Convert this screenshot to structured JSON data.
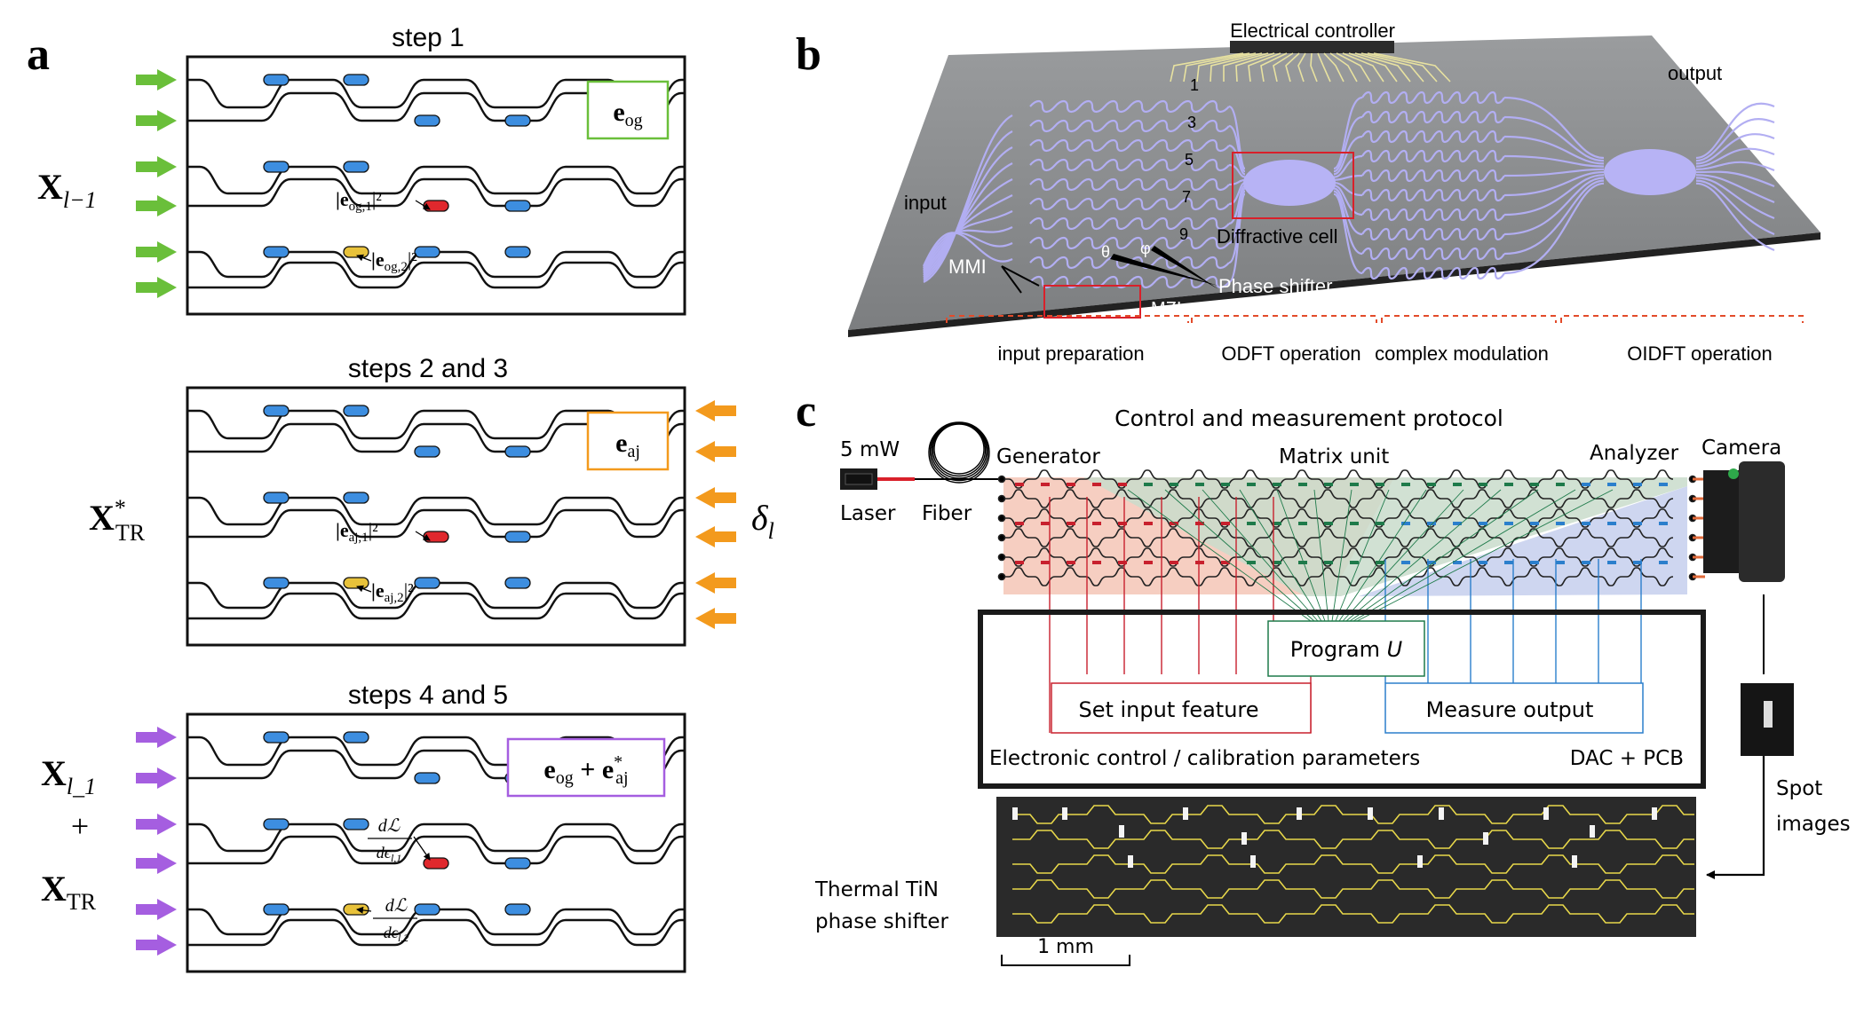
{
  "panel_a": {
    "letter": "a",
    "steps": [
      {
        "title": "step 1",
        "arrow_color": "#6abf3a",
        "arrow_side": "left",
        "box": {
          "label": "e",
          "sub": "og",
          "sup": "",
          "extra": "",
          "border": "#6abf3a"
        },
        "left_label": {
          "main": "X",
          "sub": "l−1",
          "sup": ""
        },
        "right_label": "",
        "ann1": {
          "a": "|e",
          "b": "og,1",
          "c": "|²"
        },
        "ann2": {
          "a": "|e",
          "b": "og,2",
          "c": "|²"
        }
      },
      {
        "title": "steps 2 and 3",
        "arrow_color": "#f39a1d",
        "arrow_side": "right",
        "box": {
          "label": "e",
          "sub": "aj",
          "sup": "",
          "extra": "",
          "border": "#f39a1d"
        },
        "left_label": {
          "main": "X",
          "sub": "TR",
          "sup": "*"
        },
        "right_label": "δ",
        "right_label_sub": "l",
        "ann1": {
          "a": "|e",
          "b": "aj,1",
          "c": "|²"
        },
        "ann2": {
          "a": "|e",
          "b": "aj,2",
          "c": "|²"
        }
      },
      {
        "title": "steps 4 and 5",
        "arrow_color": "#a55ee0",
        "arrow_side": "left",
        "box": {
          "label": "e",
          "sub": "og",
          "sup": "",
          "extra": " + e",
          "extra_sub": "aj",
          "extra_sup": "*",
          "border": "#a55ee0"
        },
        "left_label": {
          "main": "X",
          "sub": "l_1",
          "plus": "+",
          "main2": "X",
          "sub2": "TR"
        },
        "right_label": "",
        "ann1": {
          "num": "dℒ",
          "den": "dϵ",
          "den_sub": "l,1"
        },
        "ann2": {
          "num": "dℒ",
          "den": "dϵ",
          "den_sub": "l,2"
        }
      }
    ],
    "colors": {
      "blue_shifter": "#3d8ee0",
      "red_shifter": "#e0282d",
      "yellow_shifter": "#e8c23a"
    }
  },
  "panel_b": {
    "letter": "b",
    "labels": {
      "controller": "Electrical controller",
      "output": "output",
      "input": "input",
      "diffractive": "Diffractive cell",
      "phase_shifter": "Phase shifter",
      "mmi": "MMI",
      "mzi": "MZI",
      "theta": "θ",
      "phi": "φ",
      "nums": [
        "1",
        "3",
        "5",
        "7",
        "9"
      ]
    },
    "sections": [
      "input preparation",
      "ODFT operation",
      "complex modulation",
      "OIDFT operation"
    ],
    "colors": {
      "chip": "#8b8d8f",
      "waveguide": "#a9a6ee",
      "dashed": "#e34b2a",
      "box": "#d9202a"
    }
  },
  "panel_c": {
    "letter": "c",
    "title": "Control and measurement protocol",
    "laser_power": "5 mW",
    "laser": "Laser",
    "fiber": "Fiber",
    "generator": "Generator",
    "matrix_unit": "Matrix unit",
    "analyzer": "Analyzer",
    "camera": "Camera",
    "program": "Program",
    "program_var": "U",
    "set_input": "Set input feature",
    "measure_output": "Measure output",
    "electronic": "Electronic control / calibration parameters",
    "dac": "DAC + PCB",
    "spot": "Spot",
    "images": "images",
    "thermal1": "Thermal TiN",
    "thermal2": "phase shifter",
    "scale": "1 mm",
    "colors": {
      "generator": "#c8202d",
      "matrix": "#1e7a4a",
      "analyzer": "#2b7fcc",
      "photo_line": "#e8d84a"
    }
  }
}
